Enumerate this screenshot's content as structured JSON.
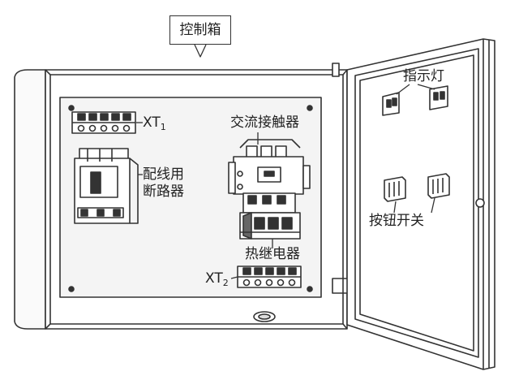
{
  "diagram": {
    "callout_title": "控制箱",
    "labels": {
      "xt1_main": "XT",
      "xt1_sub": "1",
      "breaker": "配线用\n断路器",
      "contactor": "交流接触器",
      "thermal_relay": "热继电器",
      "xt2_main": "XT",
      "xt2_sub": "2",
      "indicator_lights": "指示灯",
      "push_buttons": "按钮开关"
    },
    "colors": {
      "line": "#333333",
      "paper": "#ffffff",
      "panel": "#f4f4f4"
    }
  }
}
